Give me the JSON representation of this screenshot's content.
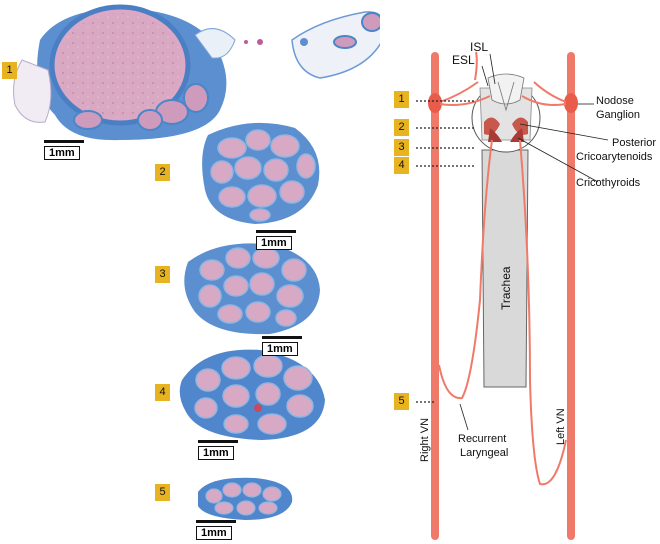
{
  "sections": [
    {
      "number": "1",
      "scale_label": "1mm"
    },
    {
      "number": "2",
      "scale_label": "1mm"
    },
    {
      "number": "3",
      "scale_label": "1mm"
    },
    {
      "number": "4",
      "scale_label": "1mm"
    },
    {
      "number": "5",
      "scale_label": "1mm"
    }
  ],
  "diagram": {
    "levels": [
      "1",
      "2",
      "3",
      "4",
      "5"
    ],
    "labels": {
      "isl": "ISL",
      "esl": "ESL",
      "nodose_1": "Nodose",
      "nodose_2": "Ganglion",
      "posterior_1": "Posterior",
      "posterior_2": "Cricoarytenoids",
      "cricothyroids": "Cricothyroids",
      "trachea": "Trachea",
      "right_vn": "Right VN",
      "left_vn": "Left VN",
      "recurrent_1": "Recurrent",
      "recurrent_2": "Laryngeal"
    }
  },
  "colors": {
    "nerve": "#f07a6a",
    "nerve_dark": "#e0604e",
    "marker": "#e8b320",
    "trachea": "#d9d9d9",
    "stain_blue": "#4a86c8",
    "stain_pink": "#d8a8c0"
  }
}
